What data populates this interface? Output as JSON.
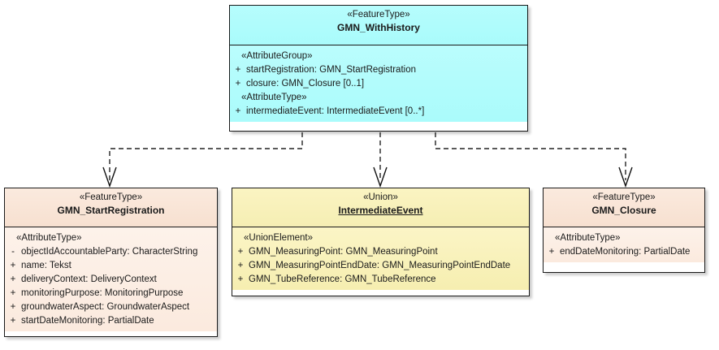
{
  "diagram": {
    "type": "uml-class-diagram",
    "title": "GMN_WithHistory",
    "relationship_type": "dependency-dashed-open-arrow",
    "colors": {
      "cyan_header": "#b6fdfd",
      "cyan_body": "#bafdfd",
      "pink_header": "#fbeade",
      "pink_body": "#fdf2ea",
      "yellow_header": "#fbf4c2",
      "yellow_body": "#fbf5c6",
      "border": "#1a1a1a"
    }
  },
  "classes": {
    "gmn_withhistory": {
      "stereotype": "«FeatureType»",
      "name": "GMN_WithHistory",
      "groups": [
        {
          "label": "«AttributeGroup»",
          "attributes": [
            {
              "visibility": "+",
              "text": "startRegistration: GMN_StartRegistration"
            },
            {
              "visibility": "+",
              "text": "closure: GMN_Closure [0..1]"
            }
          ]
        },
        {
          "label": "«AttributeType»",
          "attributes": [
            {
              "visibility": "+",
              "text": "intermediateEvent: IntermediateEvent [0..*]"
            }
          ]
        }
      ]
    },
    "gmn_startregistration": {
      "stereotype": "«FeatureType»",
      "name": "GMN_StartRegistration",
      "groups": [
        {
          "label": "«AttributeType»",
          "attributes": [
            {
              "visibility": "-",
              "text": "objectIdAccountableParty: CharacterString"
            },
            {
              "visibility": "+",
              "text": "name: Tekst"
            },
            {
              "visibility": "+",
              "text": "deliveryContext: DeliveryContext"
            },
            {
              "visibility": "+",
              "text": "monitoringPurpose: MonitoringPurpose"
            },
            {
              "visibility": "+",
              "text": "groundwaterAspect: GroundwaterAspect"
            },
            {
              "visibility": "+",
              "text": "startDateMonitoring: PartialDate"
            }
          ]
        }
      ]
    },
    "intermediateevent": {
      "stereotype": "«Union»",
      "name": "IntermediateEvent",
      "groups": [
        {
          "label": "«UnionElement»",
          "attributes": [
            {
              "visibility": "+",
              "text": "GMN_MeasuringPoint: GMN_MeasuringPoint"
            },
            {
              "visibility": "+",
              "text": "GMN_MeasuringPointEndDate: GMN_MeasuringPointEndDate"
            },
            {
              "visibility": "+",
              "text": "GMN_TubeReference: GMN_TubeReference"
            }
          ]
        }
      ]
    },
    "gmn_closure": {
      "stereotype": "«FeatureType»",
      "name": "GMN_Closure",
      "groups": [
        {
          "label": "«AttributeType»",
          "attributes": [
            {
              "visibility": "+",
              "text": "endDateMonitoring: PartialDate"
            }
          ]
        }
      ]
    }
  }
}
